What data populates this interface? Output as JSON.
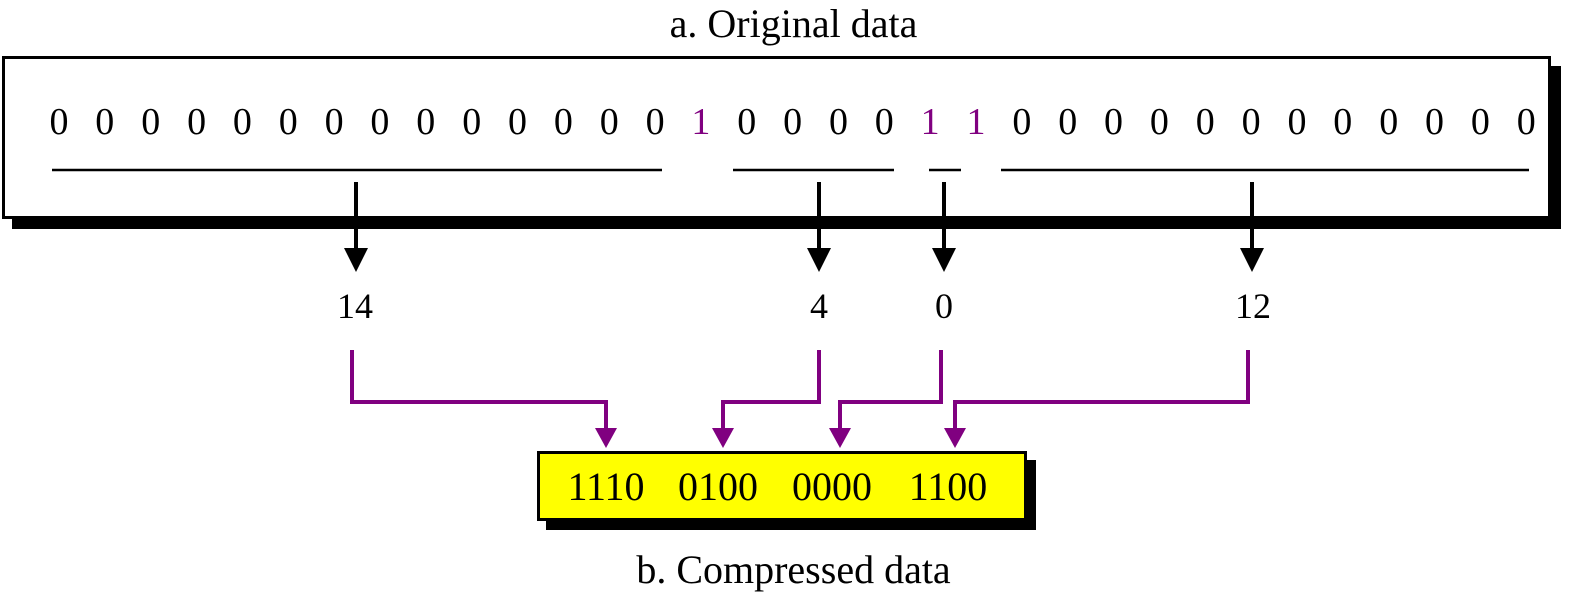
{
  "title_original": "a. Original data",
  "title_compressed": "b. Compressed data",
  "original_bits": [
    "0",
    "0",
    "0",
    "0",
    "0",
    "0",
    "0",
    "0",
    "0",
    "0",
    "0",
    "0",
    "0",
    "0",
    "1",
    "0",
    "0",
    "0",
    "0",
    "1",
    "1",
    "0",
    "0",
    "0",
    "0",
    "0",
    "0",
    "0",
    "0",
    "0",
    "0",
    "0",
    "0"
  ],
  "run_lengths": [
    "14",
    "4",
    "0",
    "12"
  ],
  "compressed_codes": [
    "1110",
    "0100",
    "0000",
    "1100"
  ],
  "colors": {
    "one_bit": "#800080",
    "connector": "#800080",
    "compressed_background": "#ffff00"
  }
}
